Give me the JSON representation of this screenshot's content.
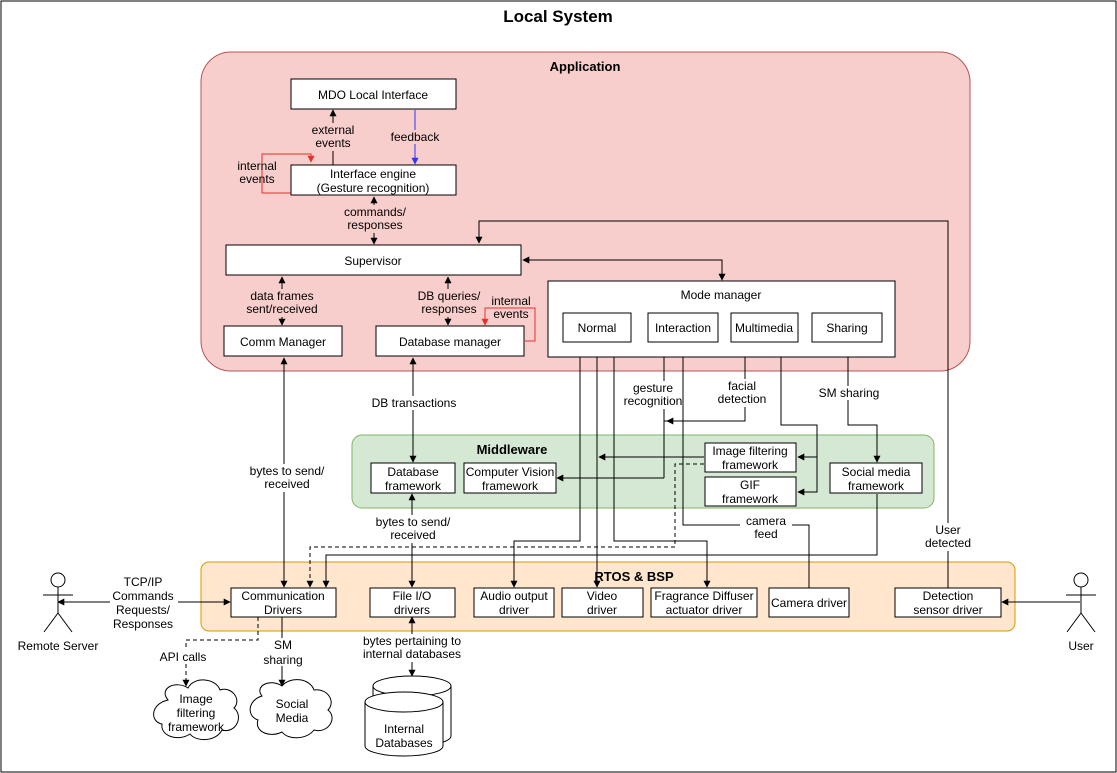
{
  "title": "Local System",
  "regions": {
    "application": "Application",
    "middleware": "Middleware",
    "rtos": "RTOS & BSP"
  },
  "app": {
    "mdo_local_interface": "MDO Local Interface",
    "interface_engine": [
      "Interface engine",
      "(Gesture recognition)"
    ],
    "supervisor": "Supervisor",
    "comm_manager": "Comm Manager",
    "database_manager": "Database manager",
    "mode_manager": "Mode manager",
    "modes": [
      "Normal",
      "Interaction",
      "Multimedia",
      "Sharing"
    ]
  },
  "middleware": {
    "database_framework": [
      "Database",
      "framework"
    ],
    "computer_vision_framework": [
      "Computer Vision",
      "framework"
    ],
    "image_filtering_framework": [
      "Image filtering",
      "framework"
    ],
    "gif_framework": [
      "GIF",
      "framework"
    ],
    "social_media_framework": [
      "Social media",
      "framework"
    ]
  },
  "rtos": {
    "communication_drivers": [
      "Communication",
      "Drivers"
    ],
    "file_io_drivers": [
      "File I/O",
      "drivers"
    ],
    "audio_output_driver": [
      "Audio output",
      "driver"
    ],
    "video_driver": [
      "Video",
      "driver"
    ],
    "fragrance_driver": [
      "Fragrance Diffuser",
      "actuator driver"
    ],
    "camera_driver": "Camera driver",
    "detection_sensor_driver": [
      "Detection",
      "sensor driver"
    ]
  },
  "external": {
    "remote_server": "Remote Server",
    "user": "User",
    "image_filtering_cloud": [
      "Image",
      "filtering",
      "framework"
    ],
    "social_media_cloud": [
      "Social",
      "Media"
    ],
    "internal_databases": [
      "Internal",
      "Databases"
    ]
  },
  "labels": {
    "external_events": [
      "external",
      "events"
    ],
    "feedback": "feedback",
    "internal_events_left": [
      "internal",
      "events"
    ],
    "commands_responses": [
      "commands/",
      "responses"
    ],
    "data_frames": [
      "data frames",
      "sent/received"
    ],
    "db_queries": [
      "DB queries/",
      "responses"
    ],
    "internal_events_right": [
      "internal",
      "events"
    ],
    "gesture_recognition": [
      "gesture",
      "recognition"
    ],
    "facial_detection": [
      "facial",
      "detection"
    ],
    "sm_sharing_upper": "SM sharing",
    "db_transactions": "DB transactions",
    "bytes_send_received_left": [
      "bytes to send/",
      "received"
    ],
    "bytes_send_received_mid": [
      "bytes to send/",
      "received"
    ],
    "camera_feed": [
      "camera",
      "feed"
    ],
    "user_detected": [
      "User",
      "detected"
    ],
    "tcpip": [
      "TCP/IP",
      "Commands",
      "Requests/",
      "Responses"
    ],
    "api_calls": "API calls",
    "sm_sharing_lower": [
      "SM",
      "sharing"
    ],
    "bytes_internal_db": [
      "bytes pertaining to",
      "internal databases"
    ]
  },
  "colors": {
    "application_fill": "#f8cecc",
    "application_stroke": "#b85450",
    "middleware_fill": "#d5e8d4",
    "middleware_stroke": "#82b366",
    "rtos_fill": "#ffe6cc",
    "rtos_stroke": "#d79b00",
    "internal_events_arrow": "#e8302a",
    "feedback_arrow": "#3333ff"
  }
}
